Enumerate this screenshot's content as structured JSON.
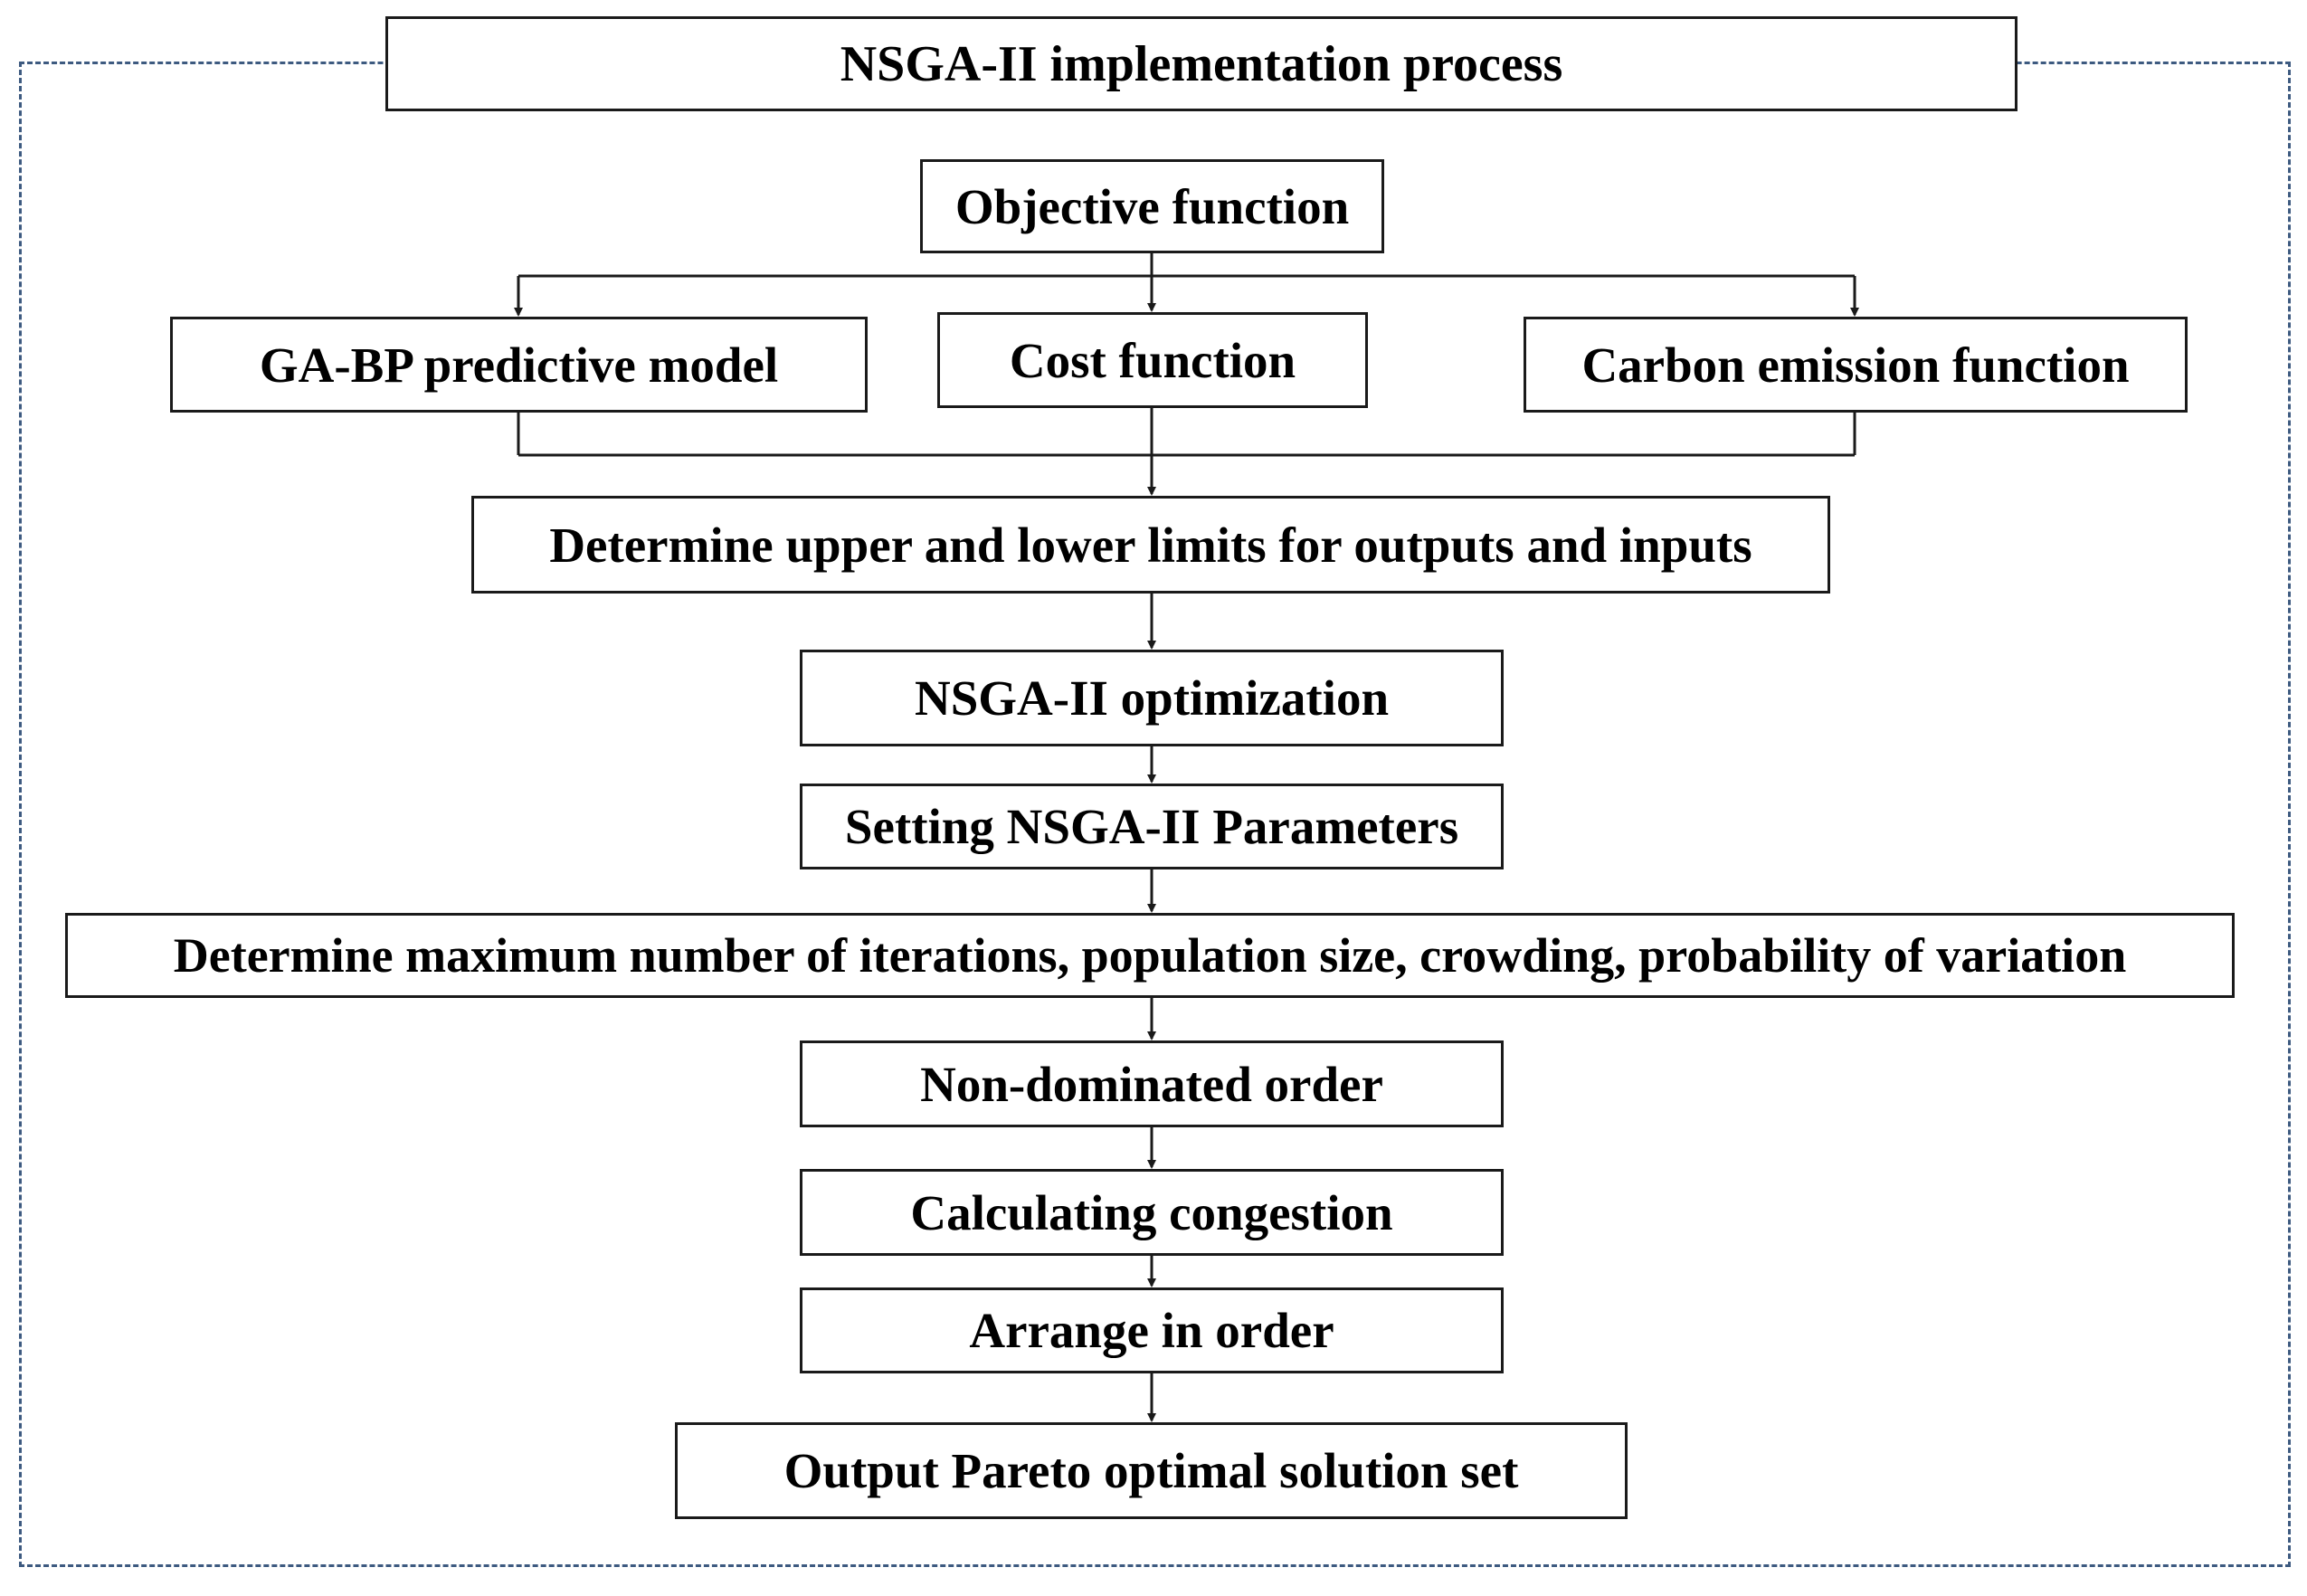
{
  "diagram": {
    "title": "NSGA-II implementation process",
    "nodes": {
      "objective": "Objective function",
      "gabp": "GA-BP predictive model",
      "cost": "Cost function",
      "carbon": "Carbon emission function",
      "limits": "Determine upper and lower limits for outputs and inputs",
      "nsga_opt": "NSGA-II optimization",
      "setting": "Setting NSGA-II Parameters",
      "determine_params": "Determine maximum number of iterations, population size, crowding, probability of variation",
      "nondominated": "Non-dominated order",
      "congestion": "Calculating congestion",
      "arrange": "Arrange in order",
      "output": "Output Pareto optimal solution set"
    },
    "colors": {
      "frame_dash": "#3d5a80",
      "box_border": "#1a1a1a",
      "text": "#000000"
    }
  }
}
